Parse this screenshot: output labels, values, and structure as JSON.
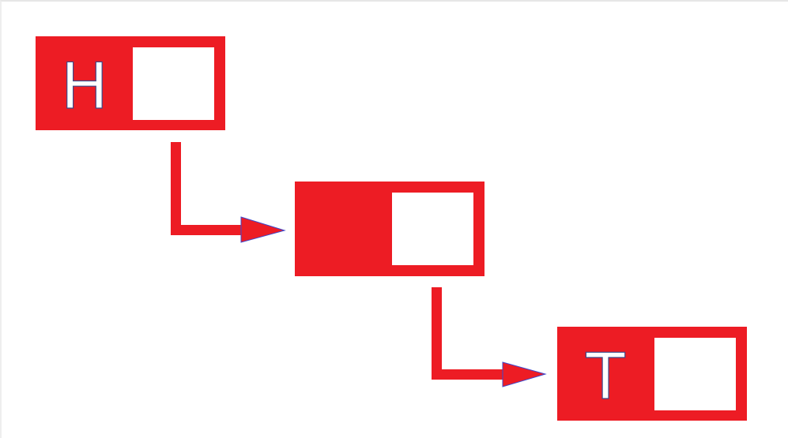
{
  "diagram": {
    "nodes": [
      {
        "id": "head",
        "letter": "H"
      },
      {
        "id": "middle",
        "letter": ""
      },
      {
        "id": "tail",
        "letter": "T"
      }
    ],
    "colors": {
      "node_fill": "#ed1c24",
      "pointer_fill": "#ffffff",
      "arrow": "#ed1c24",
      "arrow_outline": "#3f48cc"
    }
  }
}
